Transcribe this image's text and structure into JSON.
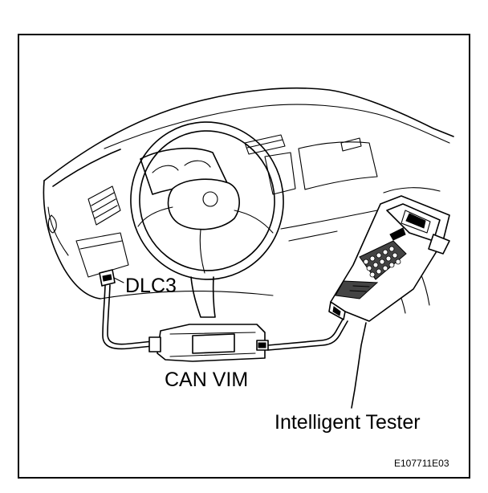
{
  "labels": {
    "dlc3": "DLC3",
    "can_vim": "CAN VIM",
    "tester": "Intelligent Tester",
    "figure_code": "E107711E03"
  }
}
